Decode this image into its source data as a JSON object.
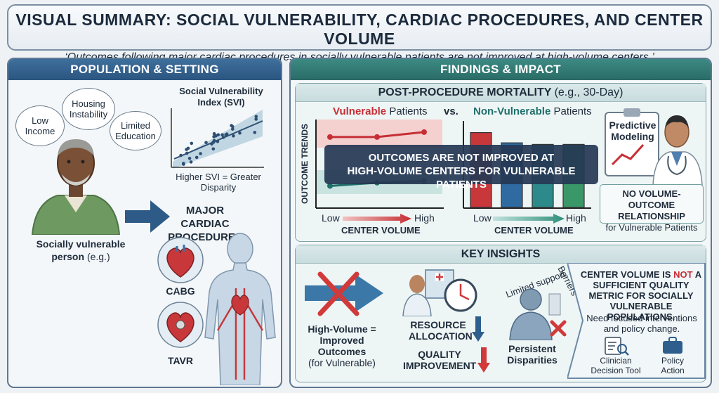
{
  "header": {
    "title": "VISUAL SUMMARY: SOCIAL VULNERABILITY, CARDIAC PROCEDURES, AND CENTER VOLUME",
    "subtitle": "‘Outcomes following major cardiac procedures in socially vulnerable patients are not improved at high-volume centers.’"
  },
  "population": {
    "heading": "POPULATION & SETTING",
    "bubbles": [
      "Low Income",
      "Housing Instability",
      "Limited Education"
    ],
    "svi_title": "Social Vulnerability Index (SVI)",
    "svi_caption": "Higher SVI = Greater Disparity",
    "person_label": "Socially vulnerable",
    "person_label2": "person",
    "person_eg": "(e.g.)",
    "procedures_title": "MAJOR CARDIAC PROCEDURES",
    "cabg": "CABG",
    "tavr": "TAVR"
  },
  "findings": {
    "heading": "FINDINGS & IMPACT",
    "mortality_title": "POST-PROCEDURE MORTALITY",
    "mortality_sub": "(e.g., 30-Day)",
    "vulnerable_word": "Vulnerable",
    "patients_word": "Patients",
    "vs": "vs.",
    "nonvulnerable_word": "Non-Vulnerable",
    "y_axis_label": "OUTCOME TRENDS",
    "low": "Low",
    "high": "High",
    "x_axis_label": "CENTER VOLUME",
    "overlay_line1": "OUTCOMES ARE NOT IMPROVED AT",
    "overlay_line2": "HIGH-VOLUME CENTERS FOR VULNERABLE PATIENTS",
    "predictive": "Predictive Modeling",
    "no_relationship": "NO VOLUME-OUTCOME RELATIONSHIP",
    "for_vulnerable": "for Vulnerable Patients"
  },
  "insights": {
    "heading": "KEY INSIGHTS",
    "high_volume": "High-Volume = Improved Outcomes",
    "for_vulnerable": "(for Vulnerable)",
    "resource": "RESOURCE ALLOCATION",
    "quality": "QUALITY IMPROVEMENT",
    "limited_support": "Limited support,",
    "barriers": "Barriers",
    "persistent": "Persistent Disparities",
    "metric_a": "CENTER VOLUME IS",
    "metric_not": "NOT",
    "metric_b": "A SUFFICIENT QUALITY METRIC FOR SOCIALLY VULNERABLE POPULATIONS.",
    "need": "Need focused interventions and policy change.",
    "clinician": "Clinician Decision Tool",
    "policy": "Policy Action"
  },
  "colors": {
    "vulnerable": "#c62f35",
    "nonvulnerable": "#1f6f6a",
    "navy": "#2e4f73",
    "teal": "#2f7f78"
  },
  "chart_data": [
    {
      "type": "line",
      "title": "",
      "xlabel": "CENTER VOLUME",
      "ylabel": "OUTCOME TRENDS",
      "categories": [
        "Low",
        "",
        "High"
      ],
      "series": [
        {
          "name": "Vulnerable Patients",
          "values": [
            0.82,
            0.82,
            0.88
          ]
        },
        {
          "name": "Non-Vulnerable Patients",
          "values": [
            0.22,
            0.26,
            0.28
          ]
        }
      ]
    },
    {
      "type": "bar",
      "title": "",
      "xlabel": "CENTER VOLUME",
      "categories": [
        "Low",
        "",
        "",
        "High"
      ],
      "values": [
        0.95,
        0.82,
        0.8,
        0.8
      ]
    }
  ]
}
